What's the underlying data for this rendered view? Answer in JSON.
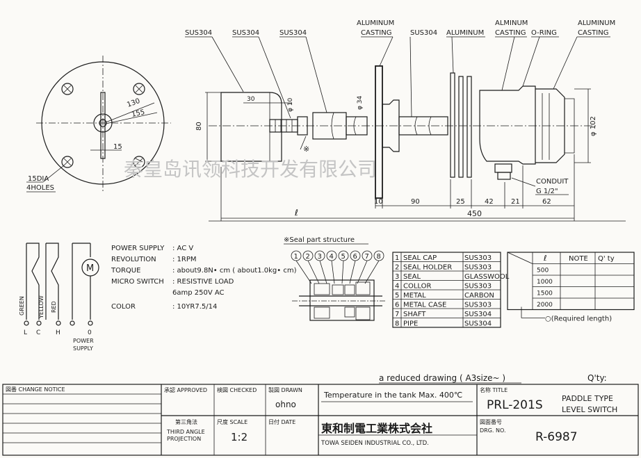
{
  "callouts": {
    "sus304_a": "SUS304",
    "sus304_b": "SUS304",
    "sus304_c": "SUS304",
    "aluminum_casting": [
      "ALUMINUM",
      "CASTING"
    ],
    "sus304_d": "SUS304",
    "aluminum": "ALUMINUM",
    "alminum_casting": [
      "ALMINUM",
      "CASTING"
    ],
    "o_ring": "O-RING",
    "aluminum_casting_2": [
      "ALUMINUM",
      "CASTING"
    ],
    "conduit": [
      "CONDUIT",
      "G 1/2\""
    ],
    "note_mark": "※"
  },
  "dims": {
    "front_130": "130",
    "front_155": "155",
    "front_15": "15",
    "holes": [
      "15DIA",
      "4HOLES"
    ],
    "height_80": "80",
    "dia_10": "φ 10",
    "len_30": "30",
    "dia_34": "φ 34",
    "dia_102": "φ 102",
    "bottom": [
      "10",
      "90",
      "25",
      "42",
      "21",
      "62"
    ],
    "ell": "ℓ",
    "total": "450"
  },
  "watermark": "秦皇岛讯领科技开发有限公司",
  "wiring": {
    "wires": [
      "GREEN",
      "YELLOW",
      "RED"
    ],
    "terminals": [
      "L",
      "C",
      "H",
      "0"
    ],
    "motor": "M",
    "power_supply": [
      "POWER",
      "SUPPLY"
    ]
  },
  "specs": [
    {
      "label": "POWER SUPPLY",
      "value": ": AC          V"
    },
    {
      "label": "REVOLUTION",
      "value": ": 1RPM"
    },
    {
      "label": "TORQUE",
      "value": ": about9.8N• cm ( about1.0kg• cm)"
    },
    {
      "label": "MICRO SWITCH",
      "value": ": RESISTIVE LOAD"
    },
    {
      "label": "",
      "value": "  6amp 250V AC"
    },
    {
      "label": "COLOR",
      "value": ": 10YR7.5/14"
    }
  ],
  "seal": {
    "title": "※Seal part structure",
    "numbers": [
      "1",
      "2",
      "3",
      "4",
      "5",
      "6",
      "7",
      "8"
    ]
  },
  "parts": [
    {
      "no": "1",
      "name": "SEAL CAP",
      "material": "SUS303"
    },
    {
      "no": "2",
      "name": "SEAL HOLDER",
      "material": "SUS303"
    },
    {
      "no": "3",
      "name": "SEAL",
      "material": "GLASSWOOL"
    },
    {
      "no": "4",
      "name": "COLLOR",
      "material": "SUS303"
    },
    {
      "no": "5",
      "name": "METAL",
      "material": "CARBON"
    },
    {
      "no": "6",
      "name": "METAL CASE",
      "material": "SUS303"
    },
    {
      "no": "7",
      "name": "SHAFT",
      "material": "SUS304"
    },
    {
      "no": "8",
      "name": "PIPE",
      "material": "SUS304"
    }
  ],
  "length_table": {
    "headers": [
      "ℓ",
      "NOTE",
      "Q' ty"
    ],
    "rows": [
      "500",
      "1000",
      "1500",
      "2000"
    ],
    "note": "○(Required length)"
  },
  "reduced": "a reduced drawing ( A3size~ )",
  "qty": "Q'ty:",
  "title_block": {
    "change_notice": "図番  CHANGE NOTICE",
    "approved": "承認 APPROVED",
    "checked": "検図 CHECKED",
    "drawn": "製図 DRAWN",
    "drawn_by": "ohno",
    "temperature": "Temperature in the tank Max. 400℃",
    "name_label": "名称 TITLE",
    "model": "PRL-201S",
    "title": [
      "PADDLE TYPE",
      "LEVEL SWITCH"
    ],
    "third_angle_jp": "第三角法",
    "third_angle": [
      "THIRD ANGLE",
      "PROJECTION"
    ],
    "scale_label": "尺度 SCALE",
    "scale": "1:2",
    "date_label": "日付 DATE",
    "company_jp": "東和制電工業株式会社",
    "company_en": "TOWA SEIDEN INDUSTRIAL CO., LTD.",
    "drg_label": "図面番号",
    "drg_no_label": "DRG.   NO.",
    "drg_no": "R-6987"
  }
}
